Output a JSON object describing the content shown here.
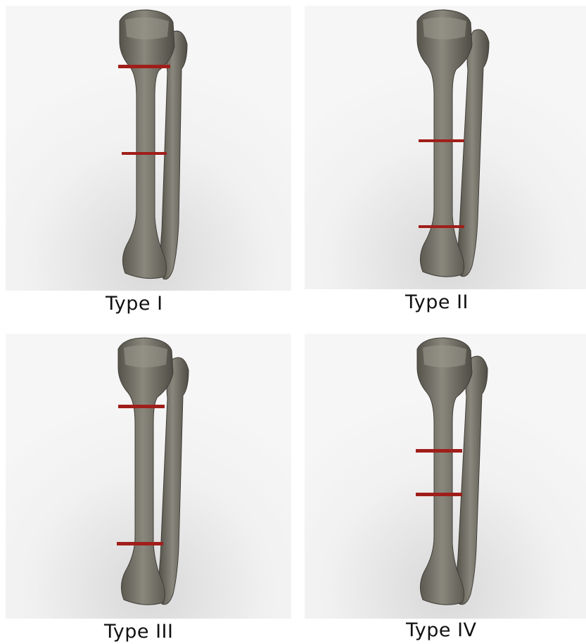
{
  "panels": [
    {
      "label": "Type I"
    },
    {
      "label": "Type II"
    },
    {
      "label": "Type III"
    },
    {
      "label": "Type IV"
    }
  ],
  "colors": {
    "background": "#f2f2f2",
    "bone": "#7e7c72",
    "bone_dark": "#4f4d45",
    "cut_line": "#a01e1a"
  }
}
